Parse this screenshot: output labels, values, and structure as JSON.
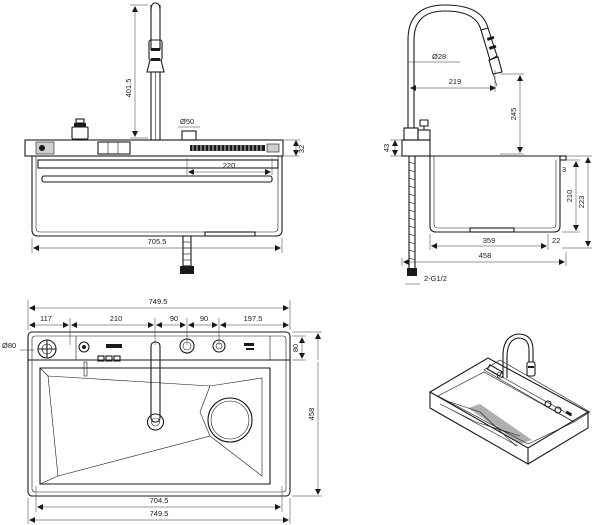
{
  "front_view": {
    "height_faucet": "401.5",
    "diameter_outlet": "Ø50",
    "width_rail": "220",
    "height_deck": "32",
    "width_bottom": "705.5"
  },
  "side_view": {
    "diameter_spout": "Ø28",
    "reach": "219",
    "height_spout": "245",
    "height_top": "43",
    "offset_small": "3",
    "depth_inner": "210",
    "depth_total": "223",
    "width_inner": "359",
    "lip": "22",
    "width_total": "458",
    "hose_thread": "2-G1/2"
  },
  "top_view": {
    "width_overall_top": "749.5",
    "dim_117": "117",
    "dim_210": "210",
    "dim_90a": "90",
    "dim_90b": "90",
    "dim_197": "197.5",
    "diameter_left": "Ø80",
    "deck_depth": "80",
    "depth_overall": "458",
    "width_inner": "704.5",
    "width_overall_bottom": "749.5"
  },
  "colors": {
    "line": "#1a1a1a",
    "fill_grey": "#cfcfcf",
    "background": "#ffffff"
  }
}
